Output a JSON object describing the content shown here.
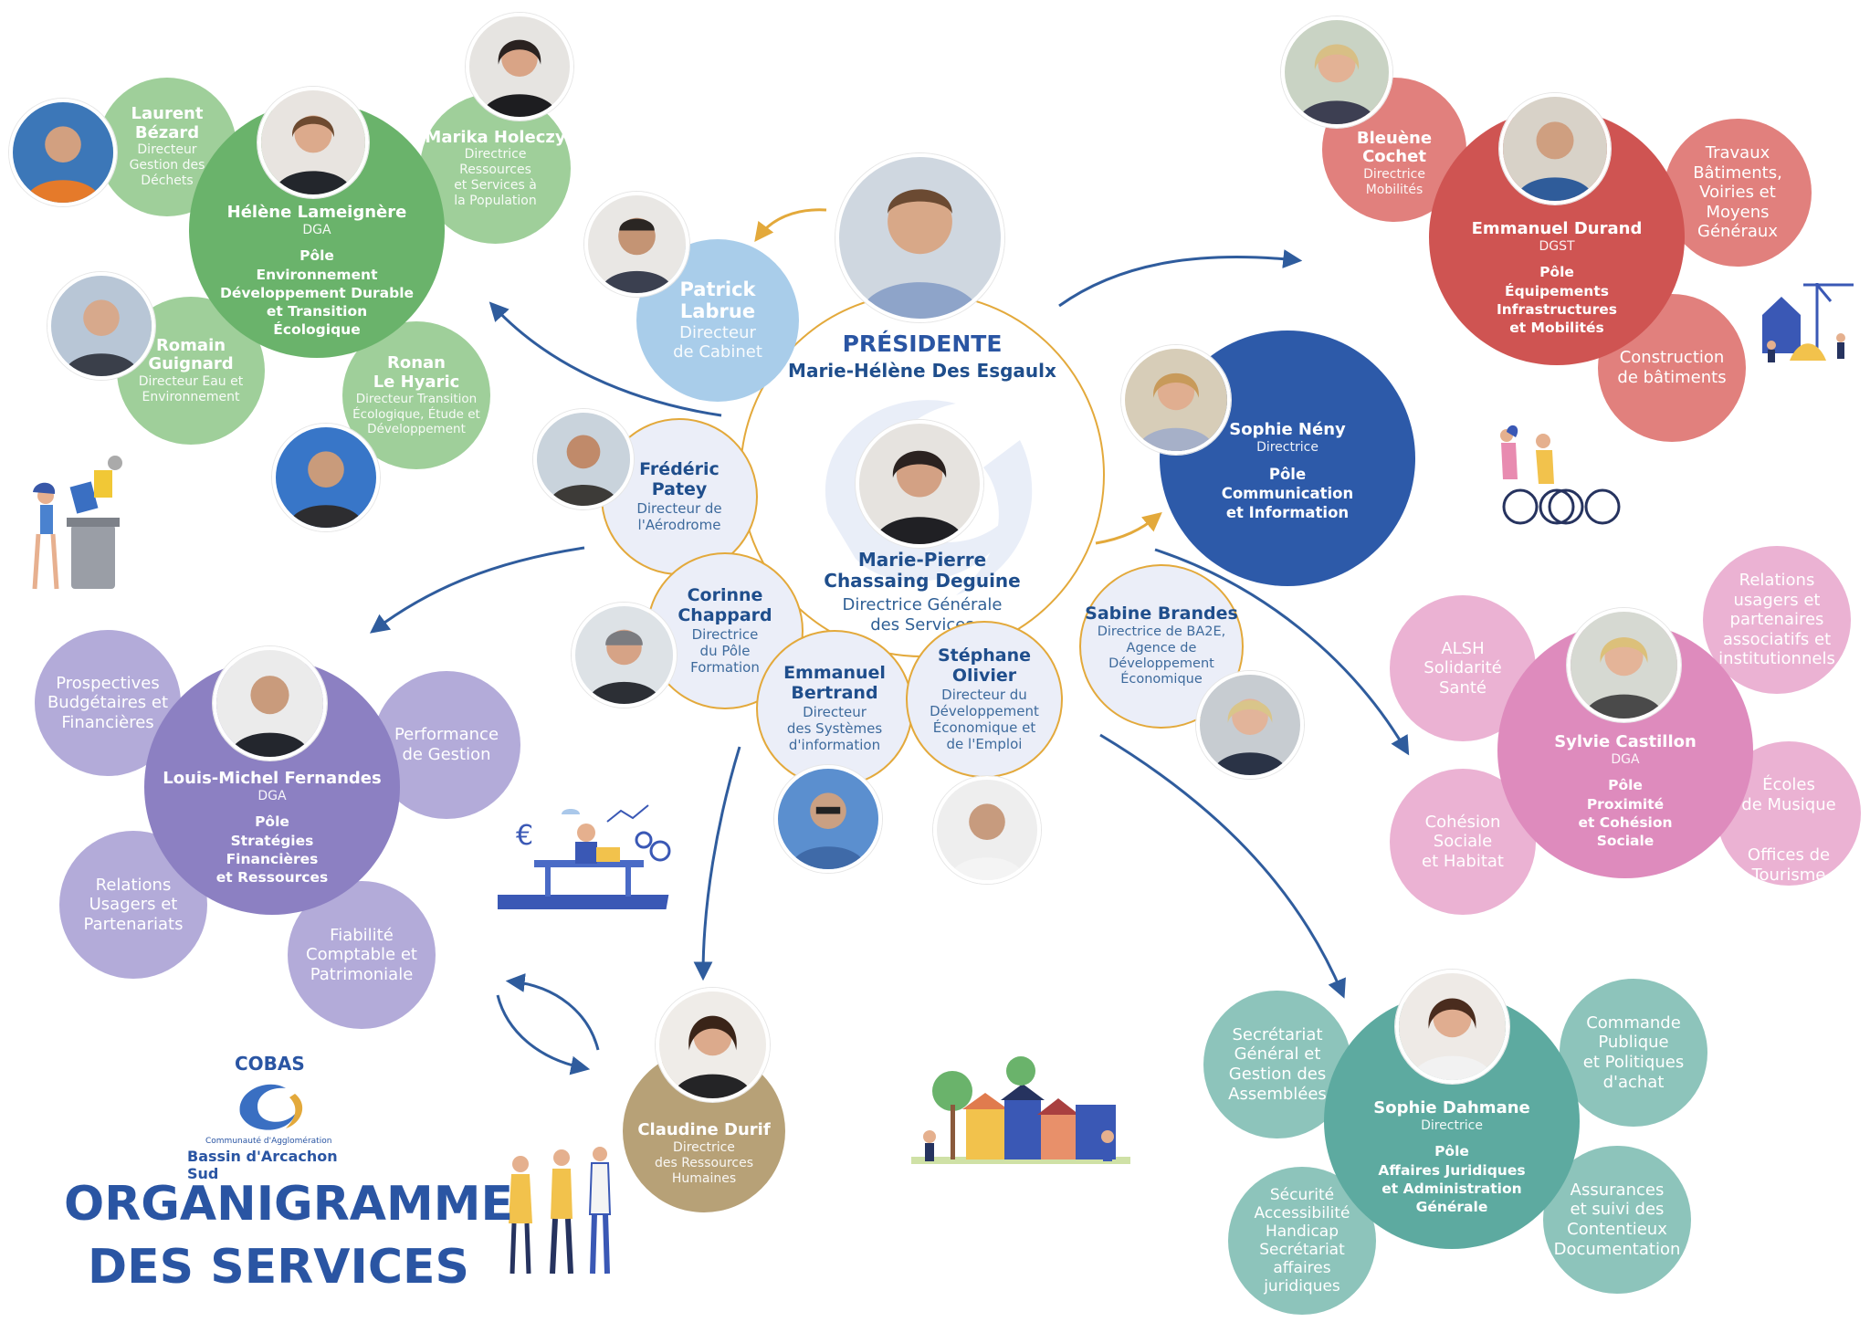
{
  "title": "ORGANIGRAMME\nDES SERVICES",
  "logo": {
    "name": "COBAS",
    "small": "Communauté d'Agglomération",
    "sub": "Bassin d'Arcachon Sud"
  },
  "colors": {
    "green": "#6ab36b",
    "green_light": "#9fcf9a",
    "red": "#cf5452",
    "red_light": "#e1807d",
    "navy": "#2d5aa9",
    "purple": "#8c80c2",
    "purple_light": "#b3abd9",
    "pink": "#de8bbd",
    "pink_light": "#ebb2d3",
    "teal": "#5daaa0",
    "teal_light": "#8dc4bb",
    "tan": "#b7a177",
    "lightblue": "#a9cdea",
    "pale": "#ebeef8",
    "gold": "#e3a93b",
    "arrow": "#2f5c9d",
    "text_dark": "#1f4e8c"
  },
  "center": {
    "president_label": "PRÉSIDENTE",
    "president_name": "Marie-Hélène Des Esgaulx",
    "dgs_name": "Marie-Pierre\nChassaing Deguine",
    "dgs_role": "Directrice Générale\ndes Services"
  },
  "cabinet": {
    "name": "Patrick\nLabrue",
    "role": "Directeur\nde Cabinet"
  },
  "ring": [
    {
      "name": "Frédéric\nPatey",
      "role": "Directeur de\nl'Aérodrome"
    },
    {
      "name": "Corinne\nChappard",
      "role": "Directrice\ndu Pôle\nFormation"
    },
    {
      "name": "Emmanuel\nBertrand",
      "role": "Directeur\ndes Systèmes\nd'information"
    },
    {
      "name": "Stéphane\nOlivier",
      "role": "Directeur du\nDéveloppement\nÉconomique et\nde l'Emploi"
    },
    {
      "name": "Sabine Brandes",
      "role": "Directrice de BA2E,\nAgence de\nDéveloppement\nÉconomique"
    }
  ],
  "poles": {
    "environment": {
      "name": "Hélène Lameignère",
      "role": "DGA",
      "pole": "Pôle\nEnvironnement\nDéveloppement Durable\net Transition\nÉcologique",
      "subs": [
        {
          "name": "Laurent\nBézard",
          "role": "Directeur\nGestion des\nDéchets"
        },
        {
          "name": "Marika Holeczy",
          "role": "Directrice\nRessources\net Services à\nla Population"
        },
        {
          "name": "Romain\nGuignard",
          "role": "Directeur Eau et\nEnvironnement"
        },
        {
          "name": "Ronan\nLe Hyaric",
          "role": "Directeur Transition\nÉcologique, Étude et\nDéveloppement"
        }
      ]
    },
    "infra": {
      "name": "Emmanuel Durand",
      "role": "DGST",
      "pole": "Pôle\nÉquipements\nInfrastructures\net Mobilités",
      "subs": [
        {
          "name": "Bleuène Cochet",
          "role": "Directrice\nMobilités"
        },
        {
          "service": "Travaux\nBâtiments,\nVoiries et\nMoyens\nGénéraux"
        },
        {
          "service": "Construction\nde bâtiments"
        }
      ]
    },
    "communication": {
      "name": "Sophie Nény",
      "role": "Directrice",
      "pole": "Pôle\nCommunication\net Information"
    },
    "finance": {
      "name": "Louis-Michel Fernandes",
      "role": "DGA",
      "pole": "Pôle\nStratégies\nFinancières\net Ressources",
      "services": [
        "Prospectives\nBudgétaires et\nFinancières",
        "Performance\nde Gestion",
        "Relations\nUsagers et\nPartenariats",
        "Fiabilité\nComptable et\nPatrimoniale"
      ]
    },
    "social": {
      "name": "Sylvie Castillon",
      "role": "DGA",
      "pole": "Pôle\nProximité\net Cohésion\nSociale",
      "services": [
        "Relations\nusagers et\npartenaires\nassociatifs et\ninstitutionnels",
        "ALSH\nSolidarité\nSanté",
        "Écoles\nde Musique",
        "Offices de\nTourisme",
        "Cohésion\nSociale\net Habitat"
      ]
    },
    "legal": {
      "name": "Sophie Dahmane",
      "role": "Directrice",
      "pole": "Pôle\nAffaires Juridiques\net Administration\nGénérale",
      "services": [
        "Secrétariat\nGénéral et\nGestion des\nAssemblées",
        "Commande\nPublique\net Politiques\nd'achat",
        "Sécurité\nAccessibilité\nHandicap\nSecrétariat\naffaires\njuridiques",
        "Assurances\net suivi des\nContentieux\nDocumentation"
      ]
    },
    "hr": {
      "name": "Claudine Durif",
      "role": "Directrice\ndes Ressources\nHumaines"
    }
  },
  "icons": [
    "person-photo-icon",
    "recycling-illustration-icon",
    "finance-desk-illustration-icon",
    "construction-illustration-icon",
    "cyclists-illustration-icon",
    "town-illustration-icon",
    "team-illustration-icon",
    "cycle-arrows-icon"
  ]
}
